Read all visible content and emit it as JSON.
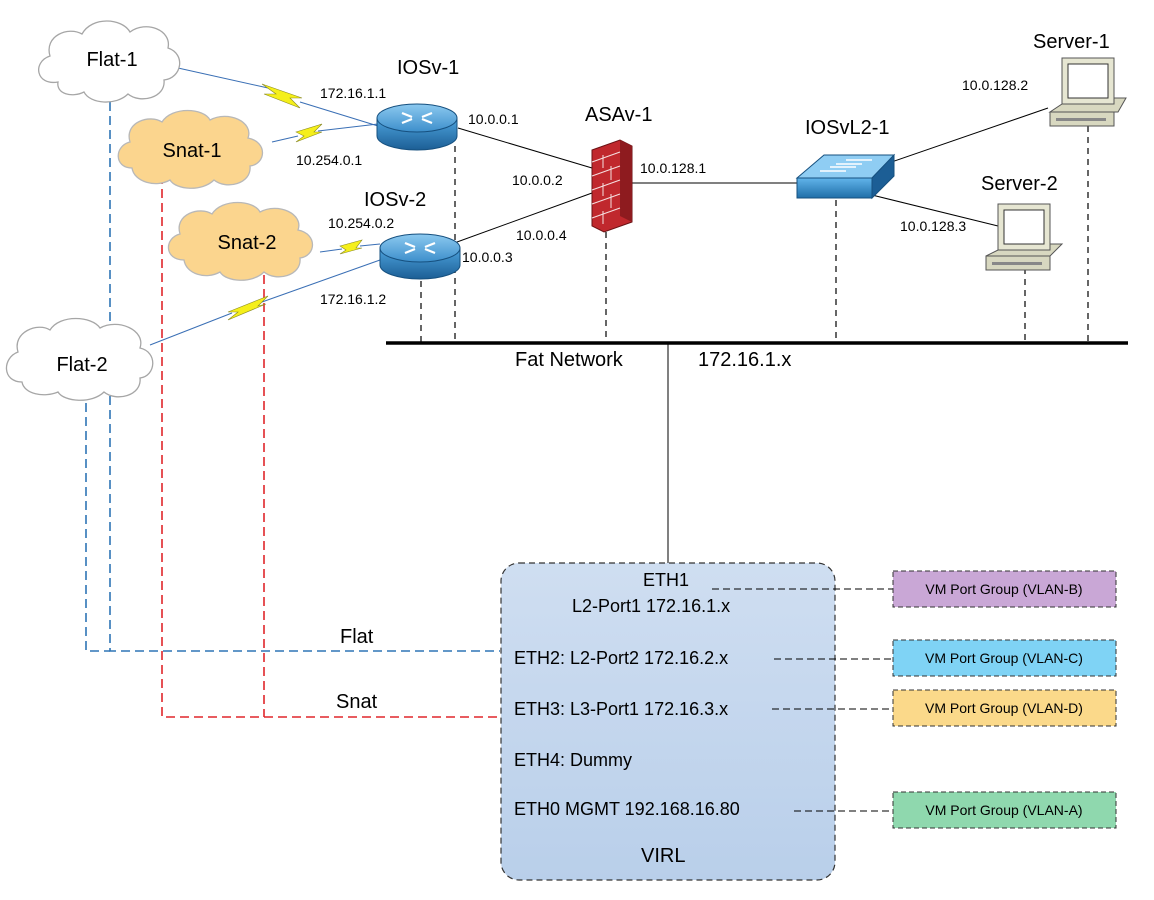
{
  "clouds": {
    "flat1": "Flat-1",
    "snat1": "Snat-1",
    "snat2": "Snat-2",
    "flat2": "Flat-2"
  },
  "nodes": {
    "iosv1": "IOSv-1",
    "iosv2": "IOSv-2",
    "asav1": "ASAv-1",
    "iosvl2": "IOSvL2-1",
    "server1": "Server-1",
    "server2": "Server-2"
  },
  "ips": {
    "iosv1_flat": "172.16.1.1",
    "iosv1_snat": "10.254.0.1",
    "iosv1_asa": "10.0.0.1",
    "asa_iosv1": "10.0.0.2",
    "asa_inside": "10.0.128.1",
    "asa_iosv2": "10.0.0.4",
    "iosv2_asa": "10.0.0.3",
    "iosv2_snat": "10.254.0.2",
    "iosv2_flat": "172.16.1.2",
    "server1": "10.0.128.2",
    "server2": "10.0.128.3"
  },
  "network": {
    "name": "Fat Network",
    "subnet": "172.16.1.x"
  },
  "links": {
    "flat": "Flat",
    "snat": "Snat"
  },
  "virl": {
    "eth1_line1": "ETH1",
    "eth1_line2": "L2-Port1 172.16.1.x",
    "eth2": "ETH2: L2-Port2 172.16.2.x",
    "eth3": "ETH3: L3-Port1 172.16.3.x",
    "eth4": "ETH4: Dummy",
    "eth0": "ETH0  MGMT 192.168.16.80",
    "title": "VIRL"
  },
  "port_groups": {
    "b": "VM Port Group (VLAN-B)",
    "c": "VM Port Group (VLAN-C)",
    "d": "VM Port Group (VLAN-D)",
    "a": "VM Port Group (VLAN-A)"
  },
  "colors": {
    "flat_line": "#2e75b6",
    "snat_line": "#e0262b",
    "virl_fill": "#c5d7ee",
    "pg_b": "#c9a7d6",
    "pg_c": "#7fd3f5",
    "pg_d": "#fbd98a",
    "pg_a": "#8fd8ae",
    "snat_cloud": "#fbd58e",
    "router": "#2a7fc0",
    "firewall": "#c0282d",
    "lightning": "#f5ef1a"
  }
}
